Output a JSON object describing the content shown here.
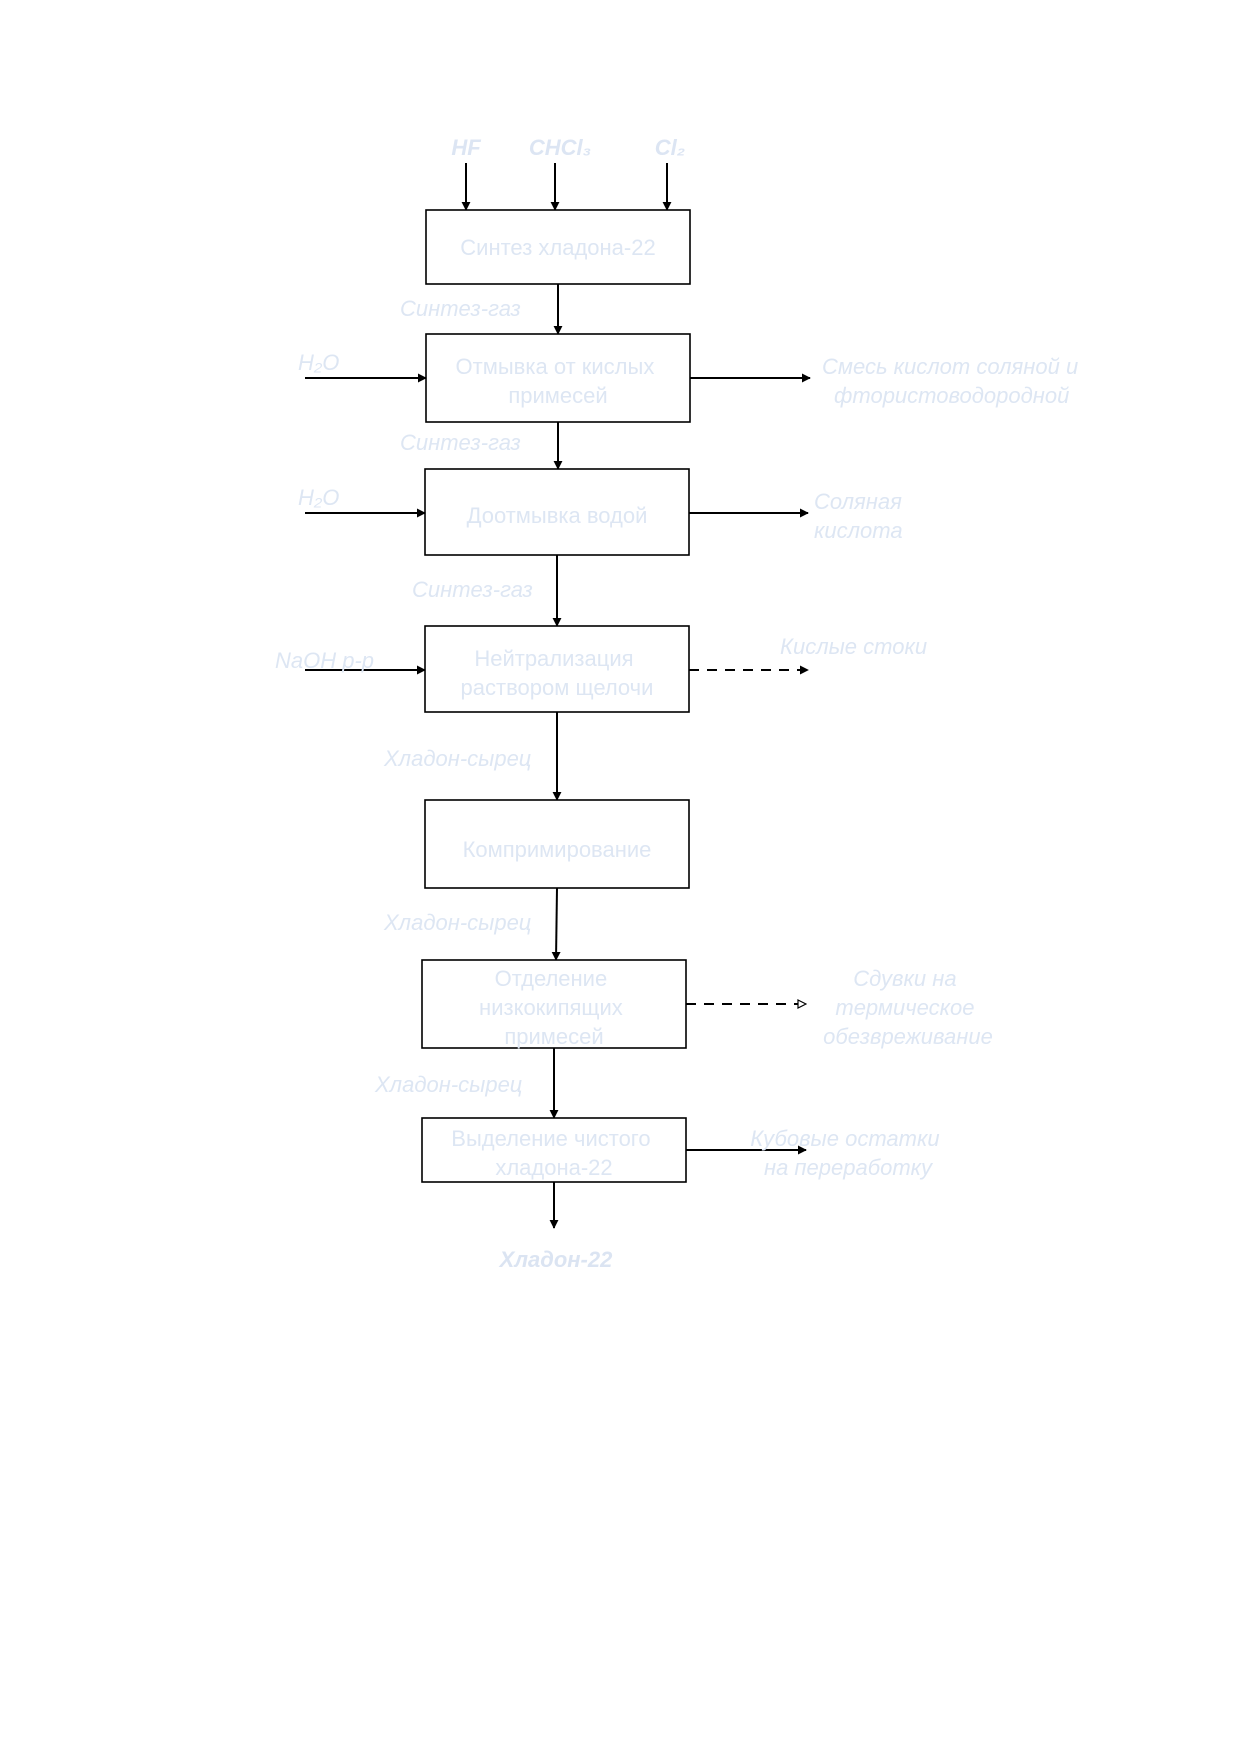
{
  "feeds": {
    "hf": "HF",
    "chcl3": "CHCl₃",
    "cl2": "Cl₂"
  },
  "boxes": {
    "synthesis": [
      "Синтез хладона-22"
    ],
    "acid_wash": [
      "Отмывка от кислых",
      "примесей"
    ],
    "water_wash": [
      "Доотмывка водой"
    ],
    "neutralization": [
      "Нейтрализация",
      "раствором щелочи"
    ],
    "compression": [
      "Компримирование"
    ],
    "low_boiling": [
      "Отделение",
      "низкокипящих",
      "примесей"
    ],
    "pure_isolation": [
      "Выделение чистого",
      "хладона-22"
    ]
  },
  "flows": {
    "syngas_1": "Синтез-газ",
    "syngas_2": "Синтез-газ",
    "syngas_3": "Синтез-газ",
    "raw_1": "Хладон-сырец",
    "raw_2": "Хладон-сырец",
    "raw_3": "Хладон-сырец"
  },
  "inputs": {
    "water_1": "H₂O",
    "water_2": "H₂O",
    "naoh": "NaOH р-р"
  },
  "outputs": {
    "acid_mix": [
      "Смесь кислот соляной и",
      "фтористоводородной"
    ],
    "hcl": [
      "Соляная",
      "кислота"
    ],
    "acid_waste": [
      "Кислые стоки"
    ],
    "purge": [
      "Сдувки на",
      "термическое",
      "обезвреживание"
    ],
    "bottoms": [
      "Кубовые остатки",
      "на переработку"
    ]
  },
  "product": "Хладон-22"
}
